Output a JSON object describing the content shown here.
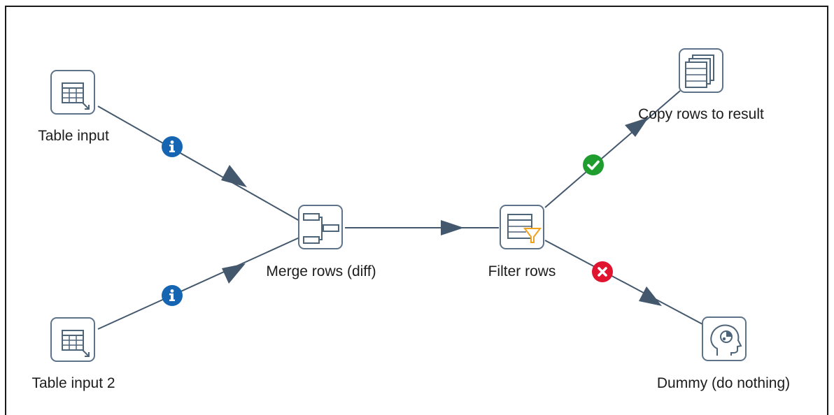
{
  "steps": {
    "table_input": {
      "label": "Table input",
      "icon": "table-input-icon"
    },
    "table_input_2": {
      "label": "Table input 2",
      "icon": "table-input-icon"
    },
    "merge_rows": {
      "label": "Merge rows (diff)",
      "icon": "merge-rows-icon"
    },
    "filter_rows": {
      "label": "Filter rows",
      "icon": "filter-rows-icon"
    },
    "copy_rows": {
      "label": "Copy rows to result",
      "icon": "copy-rows-icon"
    },
    "dummy": {
      "label": "Dummy (do nothing)",
      "icon": "dummy-icon"
    }
  },
  "hops": [
    {
      "from": "Table input",
      "to": "Merge rows (diff)",
      "badge": "info"
    },
    {
      "from": "Table input 2",
      "to": "Merge rows (diff)",
      "badge": "info"
    },
    {
      "from": "Merge rows (diff)",
      "to": "Filter rows",
      "badge": "none"
    },
    {
      "from": "Filter rows",
      "to": "Copy rows to result",
      "badge": "true"
    },
    {
      "from": "Filter rows",
      "to": "Dummy (do nothing)",
      "badge": "false"
    }
  ],
  "colors": {
    "hop_line": "#44586d",
    "step_border": "#5d7389",
    "icon_stroke": "#4e6478",
    "info_badge": "#1565b3",
    "true_badge": "#1f9d2e",
    "false_badge": "#e0142f",
    "filter_funnel": "#f0a21c"
  }
}
